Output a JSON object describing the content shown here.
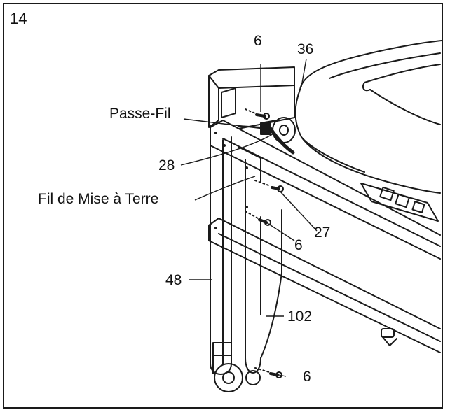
{
  "step_number": "14",
  "callouts": {
    "screw_top": "6",
    "part_36": "36",
    "grommet": "Passe-Fil",
    "part_28": "28",
    "ground_wire": "Fil de Mise à Terre",
    "part_27": "27",
    "screw_mid": "6",
    "part_48": "48",
    "part_102": "102",
    "screw_bottom": "6"
  }
}
